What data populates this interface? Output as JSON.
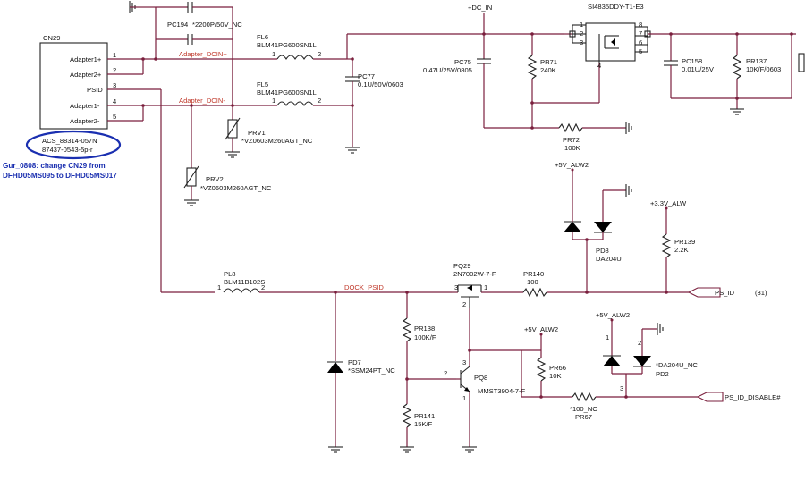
{
  "connector": {
    "ref": "CN29",
    "pins": [
      {
        "name": "Adapter1+",
        "num": "1"
      },
      {
        "name": "Adapter2+",
        "num": "2"
      },
      {
        "name": "PSID",
        "num": "3"
      },
      {
        "name": "Adapter1-",
        "num": "4"
      },
      {
        "name": "Adapter2-",
        "num": "5"
      }
    ],
    "part_line1": "ACS_88314-057N",
    "part_line2": "87437-0543-5p-r"
  },
  "note": {
    "line1": "Gur_0808: change CN29 from",
    "line2": "DFHD05MS095 to DFHD05MS017"
  },
  "nets": {
    "dc_in": "+DC_IN",
    "adapter_dcin_pos": "Adapter_DCIN+",
    "adapter_dcin_neg": "Adapter_DCIN-",
    "dock_psid": "DOCK_PSID",
    "alw5_a": "+5V_ALW2",
    "alw5_b": "+5V_ALW2",
    "alw5_c": "+5V_ALW2",
    "alw33": "+3.3V_ALW",
    "ps_id": "PS_ID",
    "ps_id_ref": "(31)",
    "ps_id_disable": "PS_ID_DISABLE#"
  },
  "components": {
    "pc194": {
      "ref": "PC194",
      "value": "*2200P/50V_NC"
    },
    "fl6": {
      "ref": "FL6",
      "value": "BLM41PG600SN1L"
    },
    "fl5": {
      "ref": "FL5",
      "value": "BLM41PG600SN1L"
    },
    "pc77": {
      "ref": "PC77",
      "value": "0.1U/50V/0603"
    },
    "prv1": {
      "ref": "PRV1",
      "value": "*VZ0603M260AGT_NC"
    },
    "prv2": {
      "ref": "PRV2",
      "value": "*VZ0603M260AGT_NC"
    },
    "pc75": {
      "ref": "PC75",
      "value": "0.47U/25V/0805"
    },
    "pr71": {
      "ref": "PR71",
      "value": "240K"
    },
    "pr72": {
      "ref": "PR72",
      "value": "100K"
    },
    "si4835": {
      "ref": "SI4835DDY-T1-E3",
      "pins_left": [
        "1",
        "2",
        "3"
      ],
      "pins_right": [
        "8",
        "7",
        "6",
        "5"
      ],
      "pin_gate": "4"
    },
    "pc158": {
      "ref": "PC158",
      "value": "0.01U/25V"
    },
    "pr137": {
      "ref": "PR137",
      "value": "10K/F/0603"
    },
    "pd8": {
      "ref": "PD8",
      "value": "DA204U"
    },
    "pr139": {
      "ref": "PR139",
      "value": "2.2K"
    },
    "pl8": {
      "ref": "PL8",
      "value": "BLM11B102S"
    },
    "pq29": {
      "ref": "PQ29",
      "value": "2N7002W-7-F"
    },
    "pr140": {
      "ref": "PR140",
      "value": "100"
    },
    "pd7": {
      "ref": "PD7",
      "value": "*SSM24PT_NC"
    },
    "pr138": {
      "ref": "PR138",
      "value": "100K/F"
    },
    "pr141": {
      "ref": "PR141",
      "value": "15K/F"
    },
    "pq8": {
      "ref": "PQ8",
      "value": "MMST3904-7-F"
    },
    "pr66": {
      "ref": "PR66",
      "value": "10K"
    },
    "pr67": {
      "ref": "PR67",
      "value": "*100_NC"
    },
    "pd2": {
      "ref": "PD2",
      "value": "*DA204U_NC"
    }
  },
  "pin_numbers": {
    "p1": "1",
    "p2": "2",
    "p3": "3",
    "p4": "4",
    "p5": "5"
  }
}
